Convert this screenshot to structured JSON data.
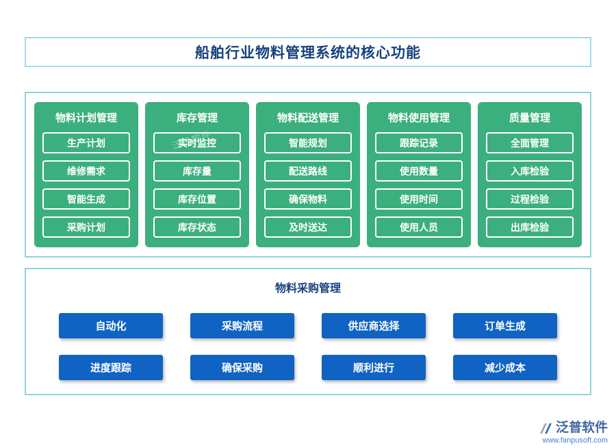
{
  "title": "船舶行业物料管理系统的核心功能",
  "watermark": "泛普软件",
  "columns": [
    {
      "header": "物料计划管理",
      "items": [
        "生产计划",
        "维修需求",
        "智能生成",
        "采购计划"
      ]
    },
    {
      "header": "库存管理",
      "items": [
        "实时监控",
        "库存量",
        "库存位置",
        "库存状态"
      ]
    },
    {
      "header": "物料配送管理",
      "items": [
        "智能规划",
        "配送路线",
        "确保物料",
        "及时送达"
      ]
    },
    {
      "header": "物料使用管理",
      "items": [
        "跟踪记录",
        "使用数量",
        "使用时间",
        "使用人员"
      ]
    },
    {
      "header": "质量管理",
      "items": [
        "全面管理",
        "入库检验",
        "过程检验",
        "出库检验"
      ]
    }
  ],
  "procurement": {
    "header": "物料采购管理",
    "rows": [
      [
        "自动化",
        "采购流程",
        "供应商选择",
        "订单生成"
      ],
      [
        "进度跟踪",
        "确保采购",
        "顺利进行",
        "减少成本"
      ]
    ]
  },
  "footer": {
    "brand": "泛普软件",
    "url": "www.fanpusoft.com"
  },
  "colors": {
    "green": "#3caf7e",
    "blue": "#1063c2",
    "navy": "#17417e",
    "teal": "#8fd3d8",
    "lightblue": "#a5d9ea",
    "url_blue": "#3f83d6",
    "brand_blue": "#41689c"
  }
}
